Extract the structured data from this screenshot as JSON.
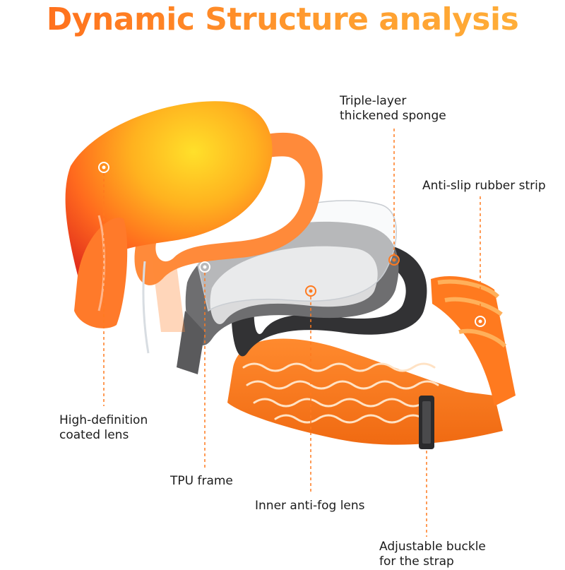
{
  "title": "Dynamic Structure analysis",
  "colors": {
    "accent": "#ff7a1f",
    "lens_top": "#ffd21a",
    "lens_mid": "#ff8a1f",
    "lens_edge": "#e8321e",
    "frame": "#ff8a3a",
    "sponge": "#6e6e70",
    "rubber": "#3a3a3c",
    "strap": "#ff7a1f"
  },
  "callouts": {
    "sponge": {
      "line1": "Triple-layer",
      "line2": "thickened sponge"
    },
    "rubber": {
      "line1": "Anti-slip rubber strip"
    },
    "lens": {
      "line1": "High-definition",
      "line2": "coated lens"
    },
    "tpu": {
      "line1": "TPU frame"
    },
    "antifog": {
      "line1": "Inner anti-fog lens"
    },
    "buckle": {
      "line1": "Adjustable buckle",
      "line2": "for the strap"
    }
  }
}
